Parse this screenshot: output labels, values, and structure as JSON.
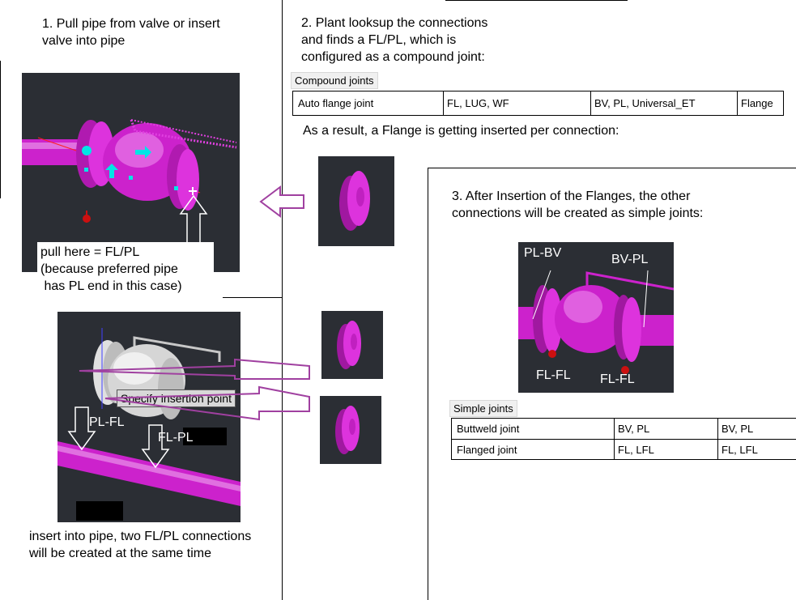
{
  "step1": {
    "title_line1": "1. Pull pipe from valve or insert",
    "title_line2": "valve into pipe",
    "callout_line1": "pull here = FL/PL",
    "callout_line2": "(because preferred pipe",
    "callout_line3": " has PL end in this case)",
    "insert_tooltip": "Specify insertion point",
    "label_pl_fl": "PL-FL",
    "label_fl_pl": "FL-PL",
    "caption_line1": "insert into pipe, two FL/PL connections",
    "caption_line2": "will be created at the same time"
  },
  "step2": {
    "title_line1": "2. Plant looksup the connections",
    "title_line2": "and finds a FL/PL, which is",
    "title_line3": "configured as a compound joint:",
    "table_tab": "Compound joints",
    "table_row": [
      "Auto flange joint",
      "FL, LUG, WF",
      "BV, PL, Universal_ET",
      "Flange"
    ],
    "result_text": "As a result, a Flange is getting inserted per connection:"
  },
  "step3": {
    "title_line1": "3. After Insertion of the Flanges, the other",
    "title_line2": "connections will be created as simple joints:",
    "label_pl_bv": "PL-BV",
    "label_bv_pl": "BV-PL",
    "label_fl_fl_left": "FL-FL",
    "label_fl_fl_right": "FL-FL",
    "table_tab": "Simple joints",
    "table_rows": [
      [
        "Buttweld joint",
        "BV, PL",
        "BV, PL"
      ],
      [
        "Flanged joint",
        "FL, LFL",
        "FL, LFL"
      ]
    ]
  },
  "colors": {
    "magenta": "#cc22cc",
    "panel_bg": "#2b2e34",
    "arrow_outline": "#a040a0",
    "cyan_grip": "#00e5e5"
  }
}
